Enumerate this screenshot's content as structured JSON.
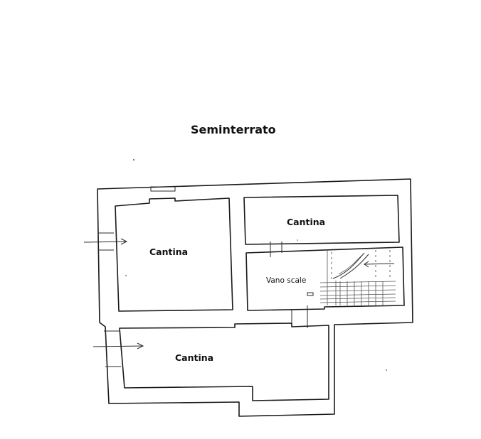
{
  "plan": {
    "title": "Seminterrato",
    "rooms": [
      {
        "label": "Cantina"
      },
      {
        "label": "Cantina"
      },
      {
        "label": "Vano scale"
      },
      {
        "label": "Cantina"
      }
    ]
  }
}
